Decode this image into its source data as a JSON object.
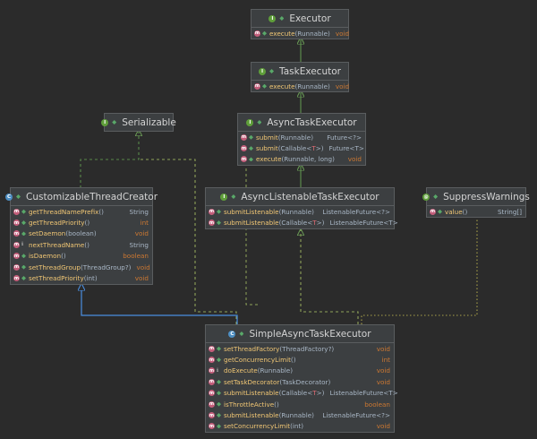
{
  "classes": {
    "executor": {
      "title": "Executor",
      "kind": "interface",
      "methods": [
        {
          "name": "execute",
          "params": "(Runnable)",
          "ret": "void",
          "prim": true
        }
      ]
    },
    "task_executor": {
      "title": "TaskExecutor",
      "kind": "interface",
      "methods": [
        {
          "name": "execute",
          "params": "(Runnable)",
          "ret": "void",
          "prim": true
        }
      ]
    },
    "async_task_executor": {
      "title": "AsyncTaskExecutor",
      "kind": "interface",
      "methods": [
        {
          "name": "submit",
          "params": "(Runnable)",
          "ret": "Future<?>",
          "prim": false
        },
        {
          "name": "submit",
          "params": "(Callable<",
          "gen": "T",
          "params2": ">)",
          "ret": "Future<T>",
          "prim": false
        },
        {
          "name": "execute",
          "params": "(Runnable, long)",
          "ret": "void",
          "prim": true
        }
      ]
    },
    "serializable": {
      "title": "Serializable",
      "kind": "interface",
      "methods": []
    },
    "customizable_thread_creator": {
      "title": "CustomizableThreadCreator",
      "kind": "class",
      "methods": [
        {
          "name": "getThreadNamePrefix",
          "params": "()",
          "ret": "String",
          "prim": false
        },
        {
          "name": "getThreadPriority",
          "params": "()",
          "ret": "int",
          "prim": true
        },
        {
          "name": "setDaemon",
          "params": "(boolean)",
          "ret": "void",
          "prim": true
        },
        {
          "name": "nextThreadName",
          "params": "()",
          "ret": "String",
          "prim": false,
          "protected": true
        },
        {
          "name": "isDaemon",
          "params": "()",
          "ret": "boolean",
          "prim": true
        },
        {
          "name": "setThreadGroup",
          "params": "(ThreadGroup?)",
          "ret": "void",
          "prim": true
        },
        {
          "name": "setThreadPriority",
          "params": "(int)",
          "ret": "void",
          "prim": true
        }
      ]
    },
    "async_listenable_task_executor": {
      "title": "AsyncListenableTaskExecutor",
      "kind": "interface",
      "methods": [
        {
          "name": "submitListenable",
          "params": "(Runnable)",
          "ret": "ListenableFuture<?>",
          "prim": false
        },
        {
          "name": "submitListenable",
          "params": "(Callable<",
          "gen": "T",
          "params2": ">)",
          "ret": "ListenableFuture<T>",
          "prim": false
        }
      ]
    },
    "suppress_warnings": {
      "title": "SuppressWarnings",
      "kind": "annotation",
      "methods": [
        {
          "name": "value",
          "params": "()",
          "ret": "String[]",
          "prim": false
        }
      ]
    },
    "simple_async_task_executor": {
      "title": "SimpleAsyncTaskExecutor",
      "kind": "class",
      "methods": [
        {
          "name": "setThreadFactory",
          "params": "(ThreadFactory?)",
          "ret": "void",
          "prim": true
        },
        {
          "name": "getConcurrencyLimit",
          "params": "()",
          "ret": "int",
          "prim": true
        },
        {
          "name": "doExecute",
          "params": "(Runnable)",
          "ret": "void",
          "prim": true,
          "protected": true
        },
        {
          "name": "setTaskDecorator",
          "params": "(TaskDecorator)",
          "ret": "void",
          "prim": true
        },
        {
          "name": "submitListenable",
          "params": "(Callable<",
          "gen": "T",
          "params2": ">)",
          "ret": "ListenableFuture<T>",
          "prim": false
        },
        {
          "name": "isThrottleActive",
          "params": "()",
          "ret": "boolean",
          "prim": true
        },
        {
          "name": "submitListenable",
          "params": "(Runnable)",
          "ret": "ListenableFuture<?>",
          "prim": false
        },
        {
          "name": "setConcurrencyLimit",
          "params": "(int)",
          "ret": "void",
          "prim": true
        }
      ]
    }
  },
  "colors": {
    "background": "#2b2b2b",
    "box_fill": "#3c3f41",
    "inheritance_line": "#5a8a4a",
    "realization_line": "#8fa35a",
    "extends_class_line": "#4a8ee0"
  }
}
